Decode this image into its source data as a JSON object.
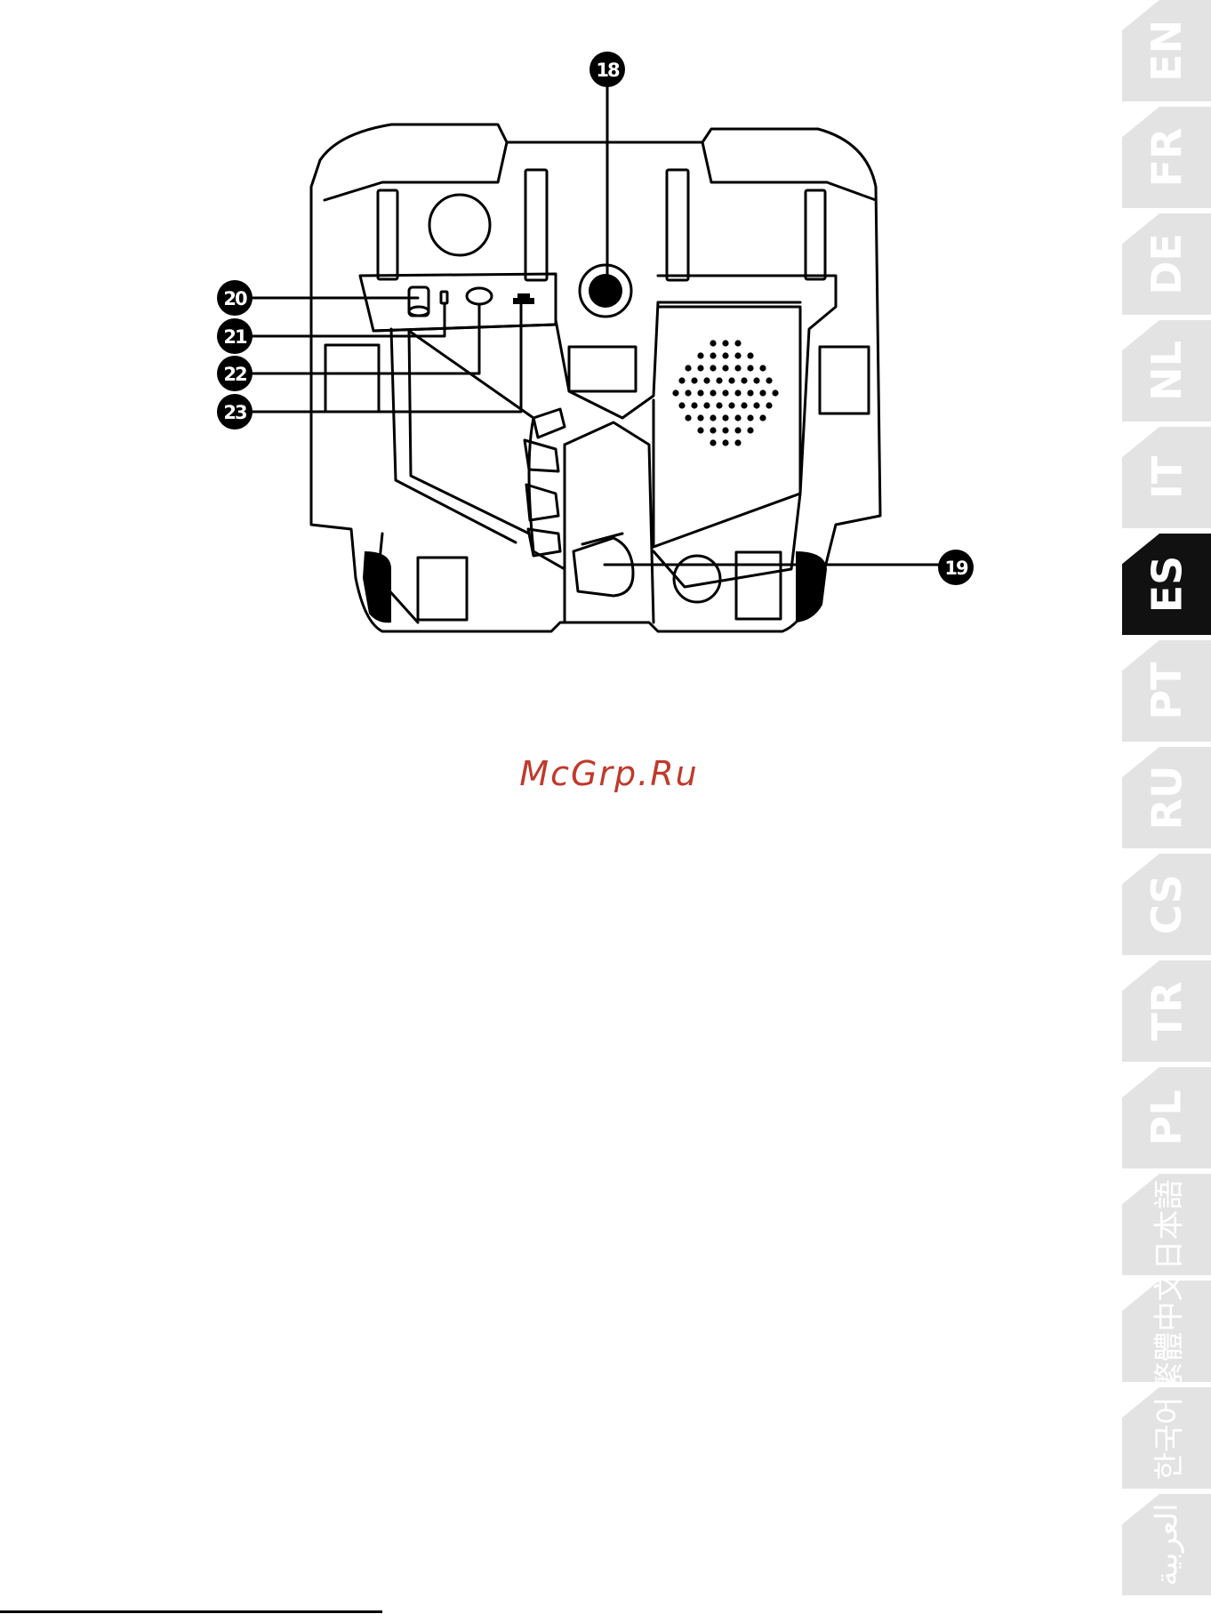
{
  "diagram": {
    "callouts": [
      {
        "id": "c18",
        "label": "18"
      },
      {
        "id": "c19",
        "label": "19"
      },
      {
        "id": "c20",
        "label": "20"
      },
      {
        "id": "c21",
        "label": "21"
      },
      {
        "id": "c22",
        "label": "22"
      },
      {
        "id": "c23",
        "label": "23"
      }
    ]
  },
  "watermark": "McGrp.Ru",
  "language_tabs": [
    {
      "label": "EN",
      "active": false
    },
    {
      "label": "FR",
      "active": false
    },
    {
      "label": "DE",
      "active": false
    },
    {
      "label": "NL",
      "active": false
    },
    {
      "label": "IT",
      "active": false
    },
    {
      "label": "ES",
      "active": true
    },
    {
      "label": "PT",
      "active": false
    },
    {
      "label": "RU",
      "active": false
    },
    {
      "label": "CS",
      "active": false
    },
    {
      "label": "TR",
      "active": false
    },
    {
      "label": "PL",
      "active": false
    },
    {
      "label": "日本語",
      "active": false
    },
    {
      "label": "繁體中文",
      "active": false
    },
    {
      "label": "한국어",
      "active": false
    },
    {
      "label": "العربية",
      "active": false
    }
  ],
  "colors": {
    "tab_inactive": "#e3e3e3",
    "tab_active": "#111111",
    "watermark": "#c0392b"
  }
}
